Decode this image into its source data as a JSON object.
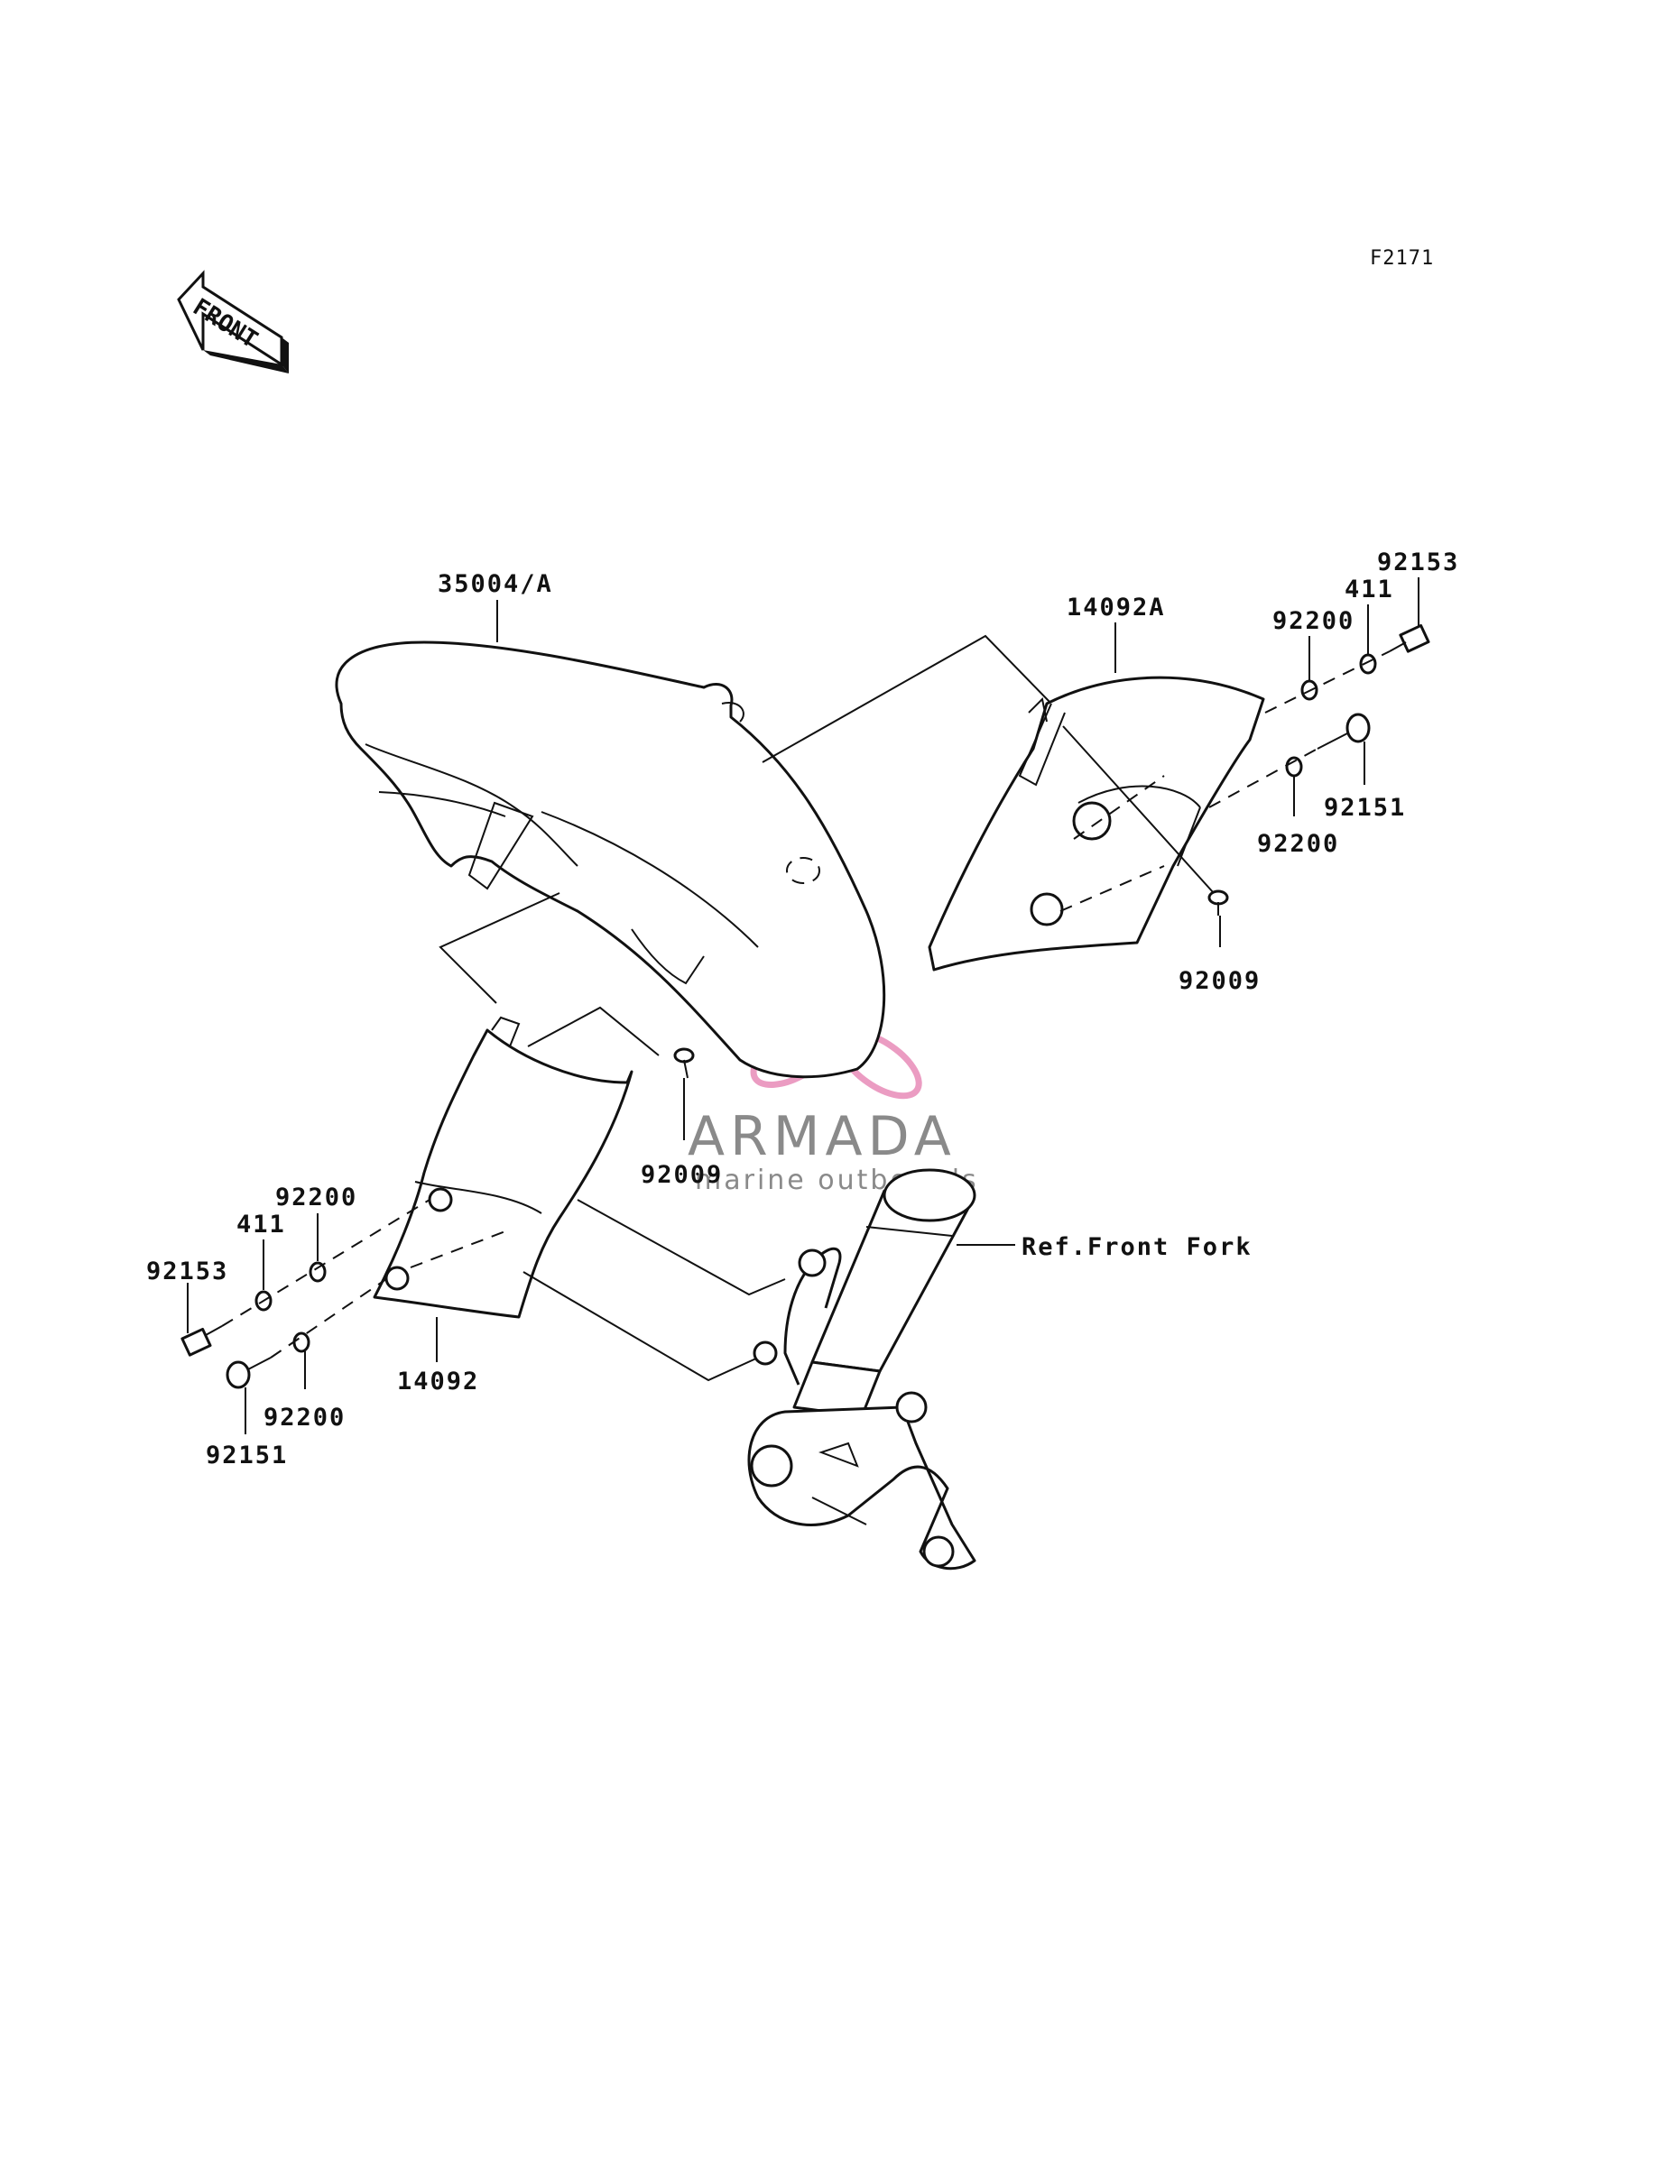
{
  "figure_code": "F2171",
  "front_marker": "FRONT",
  "watermark": {
    "brand": "ARMADA",
    "tagline": "marine outboards",
    "accent_color": "#e88bb8"
  },
  "callouts": {
    "fender_front": "35004/A",
    "cover_right": "14092A",
    "cover_left": "14092",
    "washer_r_top": "92200",
    "washer_r_bottom": "92200",
    "collar_r": "411",
    "bolt_r_top": "92153",
    "bolt_r_bottom": "92151",
    "screw_r": "92009",
    "screw_center": "92009",
    "washer_l_top": "92200",
    "washer_l_bottom": "92200",
    "collar_l": "411",
    "bolt_l_top": "92153",
    "bolt_l_bottom": "92151",
    "ref_fork": "Ref.Front Fork"
  }
}
